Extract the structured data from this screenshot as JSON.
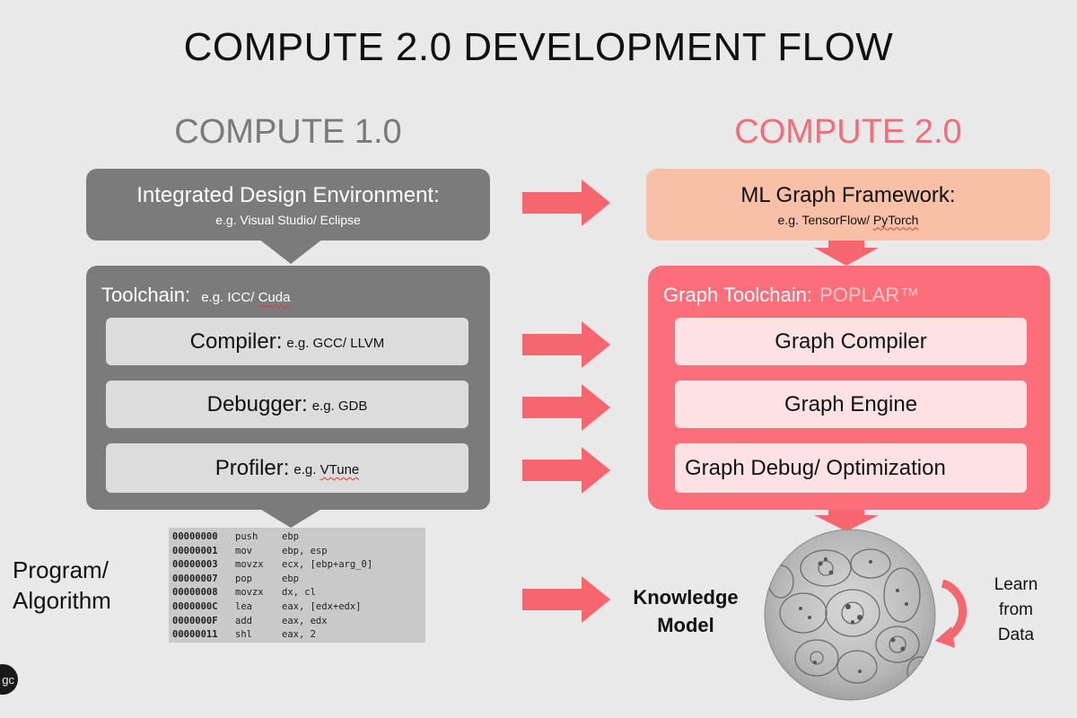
{
  "title": "COMPUTE 2.0 DEVELOPMENT FLOW",
  "left_column": {
    "heading": "COMPUTE 1.0",
    "ide": {
      "label": "Integrated Design Environment:",
      "example": "e.g. Visual Studio/ Eclipse"
    },
    "toolchain": {
      "label": "Toolchain:",
      "example_prefix": "e.g. ICC/ ",
      "example_squiggle": "Cuda",
      "items": [
        {
          "label": "Compiler:",
          "example": "e.g. GCC/ LLVM",
          "example_squiggle": ""
        },
        {
          "label": "Debugger:",
          "example": "e.g. GDB",
          "example_squiggle": ""
        },
        {
          "label": "Profiler:",
          "example": "e.g. ",
          "example_squiggle": "VTune"
        }
      ]
    },
    "output_label": [
      "Program/",
      "Algorithm"
    ],
    "assembly": [
      [
        "00000000",
        "push",
        "ebp"
      ],
      [
        "00000001",
        "mov",
        "ebp, esp"
      ],
      [
        "00000003",
        "movzx",
        "ecx, [ebp+arg_0]"
      ],
      [
        "00000007",
        "pop",
        "ebp"
      ],
      [
        "00000008",
        "movzx",
        "dx, cl"
      ],
      [
        "0000000C",
        "lea",
        "eax, [edx+edx]"
      ],
      [
        "0000000F",
        "add",
        "eax, edx"
      ],
      [
        "00000011",
        "shl",
        "eax, 2"
      ]
    ]
  },
  "right_column": {
    "heading": "COMPUTE 2.0",
    "framework": {
      "label": "ML Graph Framework:",
      "example_prefix": "e.g. TensorFlow/ ",
      "example_squiggle": "PyTorch"
    },
    "toolchain": {
      "label": "Graph Toolchain:",
      "brand": "POPLAR™",
      "items": [
        "Graph Compiler",
        "Graph Engine",
        "Graph Debug/ Optimization"
      ]
    },
    "output_label": [
      "Knowledge",
      "Model"
    ],
    "loop_label": [
      "Learn",
      "from",
      "Data"
    ]
  },
  "logo_text": "gc",
  "colors": {
    "gray_box": "#7b7b7b",
    "gray_inner": "#dcdcdc",
    "peach_box": "#f8c0a6",
    "red_box": "#fc6f7a",
    "pink_inner": "#fde2e4",
    "arrow": "#f6666f",
    "compute2_heading": "#f26d78",
    "poplar_text": "#f8c8cb"
  }
}
